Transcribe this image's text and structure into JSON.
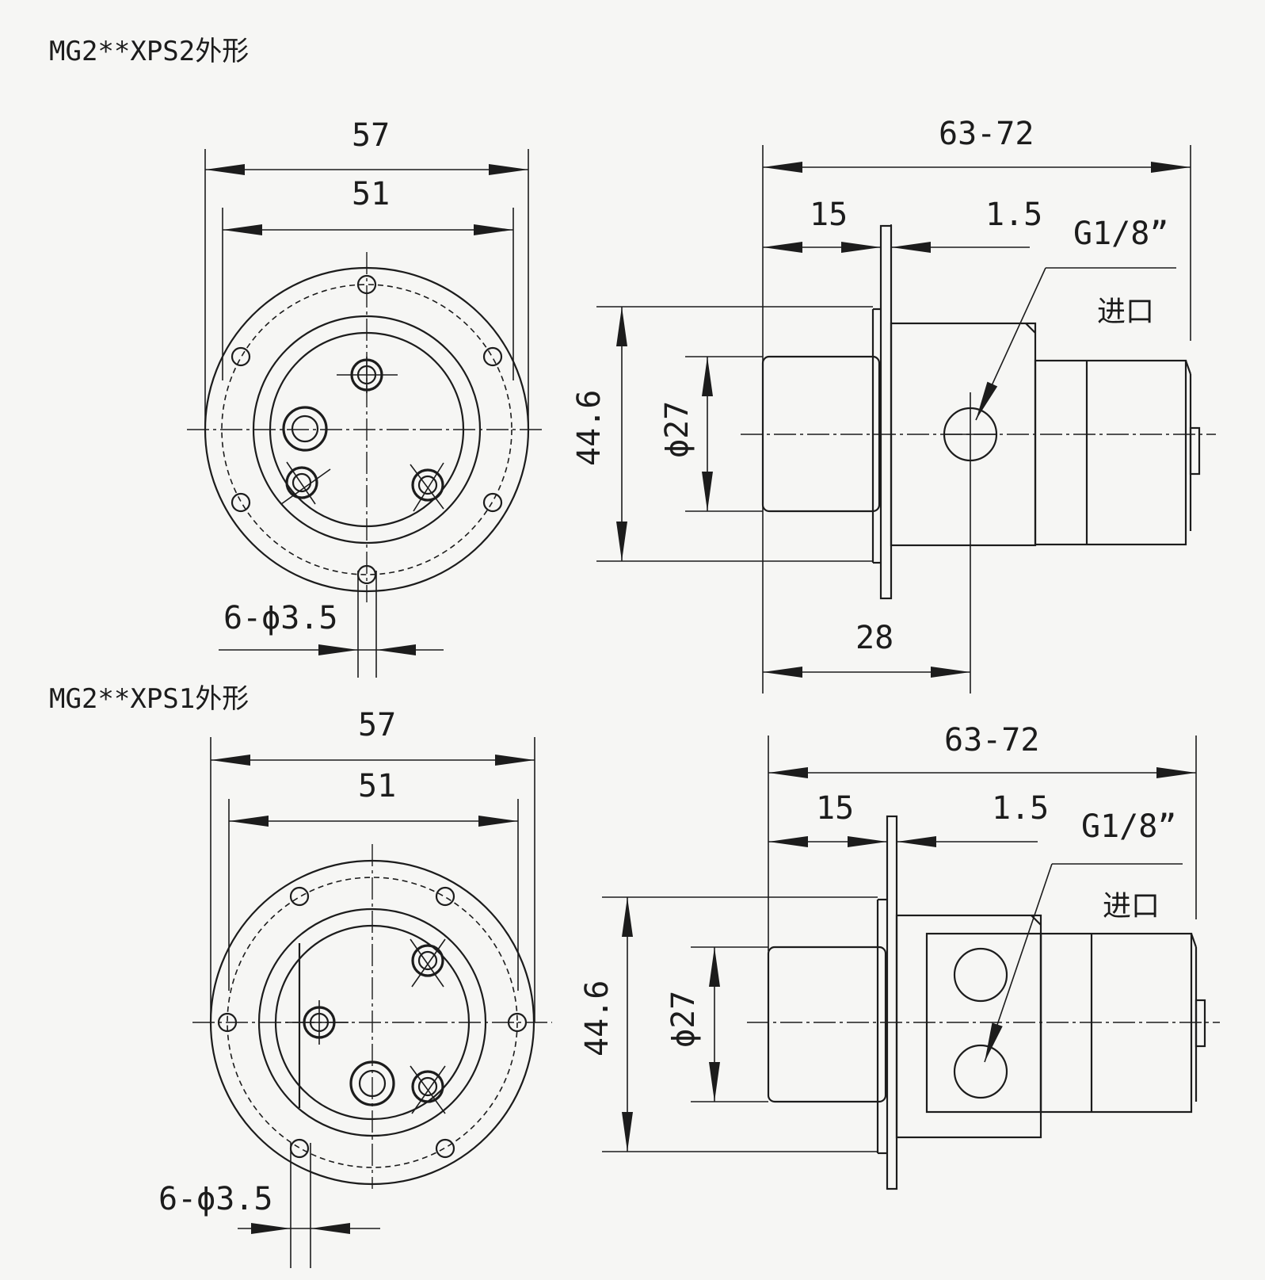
{
  "views": [
    {
      "title": "MG2**XPS2外形",
      "front": {
        "width_outer": "57",
        "width_inner": "51",
        "holes": "6-ϕ3.5"
      },
      "side": {
        "length": "63-72",
        "left_len": "15",
        "gap": "1.5",
        "port": "G1/8”",
        "inlet": "进口",
        "height": "44.6",
        "dia": "ϕ27",
        "offset": "28"
      }
    },
    {
      "title": "MG2**XPS1外形",
      "front": {
        "width_outer": "57",
        "width_inner": "51",
        "holes": "6-ϕ3.5"
      },
      "side": {
        "length": "63-72",
        "left_len": "15",
        "gap": "1.5",
        "port": "G1/8”",
        "inlet": "进口",
        "height": "44.6",
        "dia": "ϕ27"
      }
    }
  ]
}
